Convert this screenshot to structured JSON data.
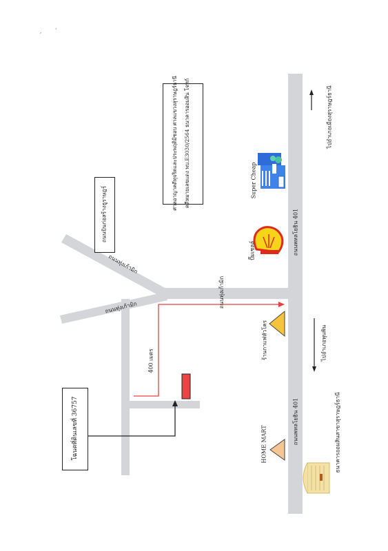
{
  "map": {
    "roads": {
      "main_road_label_1": "ถนนพหลโยธิน 401",
      "main_road_label_2": "ถนนพหลโยธิน 401",
      "upper_branch_label": "ถนนทุ่งเก้ามิก",
      "lower_branch_label": "ถนนทุ่งเก้ามิก",
      "side_road_label": "ถนนทุ่งเก้ามิก"
    },
    "directions": {
      "north_label": "ไปอำเภอเมืองสุราษฎร์ธานี",
      "south_label": "ไปอำเภอพุนพิน"
    },
    "landmarks": {
      "super_cheap": "Super Cheap",
      "shell": "ปั๊มเชลล์",
      "shop": "ร้านกาแฟหัวโคร",
      "home_mart": "HOME MART",
      "bank": "ธนาคารออมสินสาขาสุราษฎร์ธานี"
    },
    "school_label": "ถนนบินก่อสร้างธูราษฎร์",
    "court_box": {
      "line1": "ศาลอาญาคดีทุจริตและประพฤติมิชอบ ศาลแขวงสุราษฎร์ธานี",
      "line2": "คดีหมายเลขแดง พบ.E3030/2564 ธนาคารออมสิน โจทก์"
    },
    "property_label": "โฉนดที่ดินเลขที่ 36757",
    "distance_label": "400 เมตร",
    "colors": {
      "road": "#d3d5d8",
      "route": "#e84040",
      "marker": "#e84545",
      "triangle_yellow": "#f5c43c",
      "triangle_peach": "#f6c594",
      "shell_red": "#dd2a1b",
      "shell_yellow": "#f7d417",
      "building_blue": "#2f6bd9"
    }
  }
}
